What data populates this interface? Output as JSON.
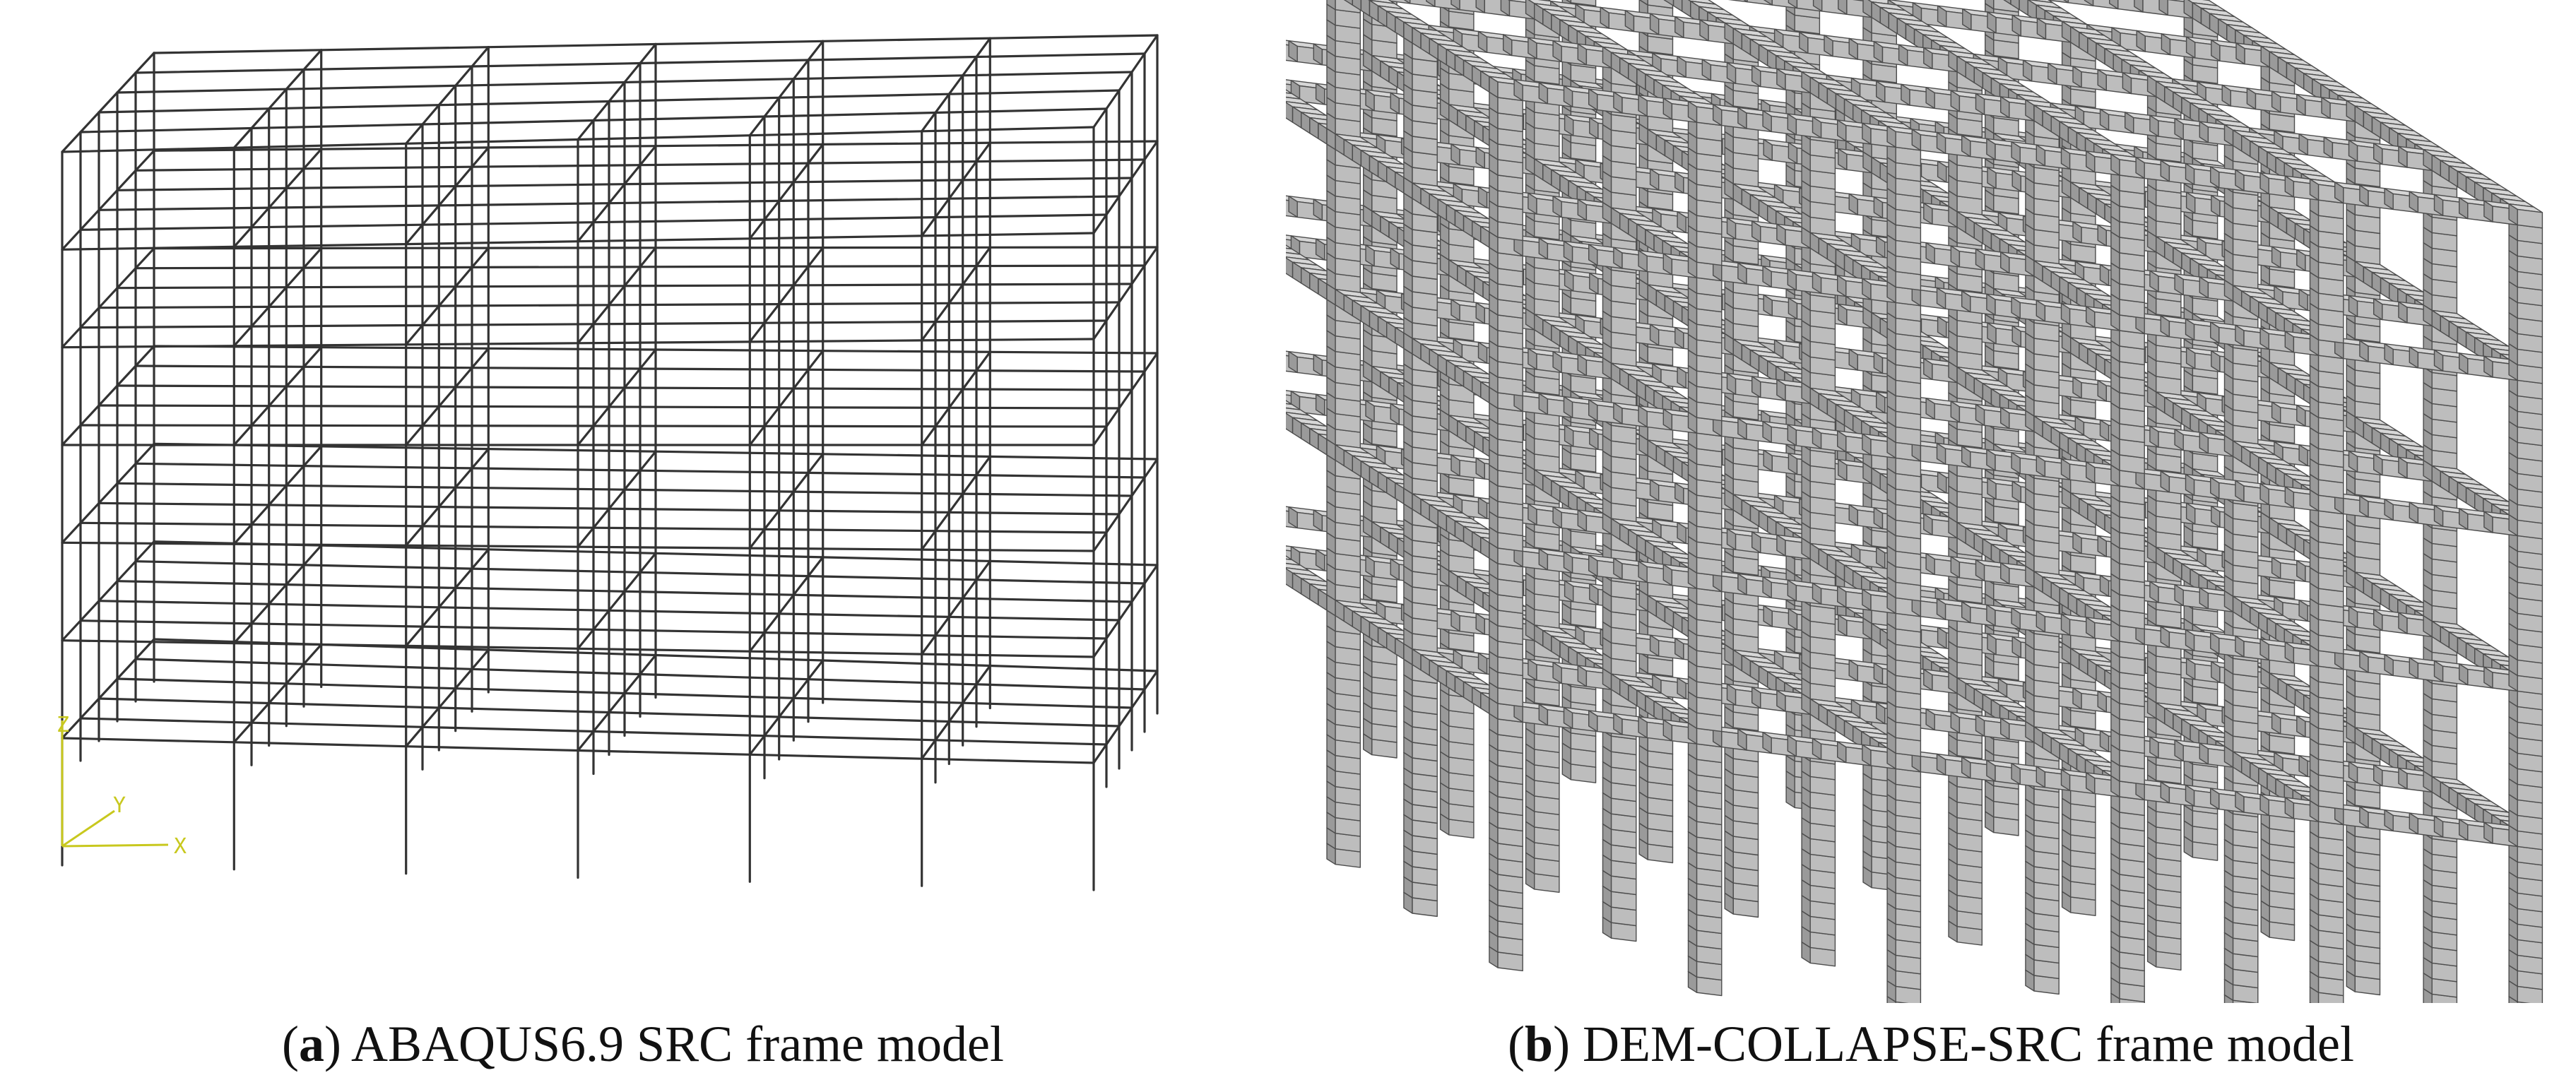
{
  "figure": {
    "panel_a": {
      "caption": {
        "open": "(",
        "letter": "a",
        "close": ")",
        "text": " ABAQUS6.9 SRC frame model"
      },
      "triad": {
        "z": "Z",
        "y": "Y",
        "x": "X",
        "color": "#c8c81e"
      },
      "line_color": "#333333"
    },
    "panel_b": {
      "caption": {
        "open": "(",
        "letter": "b",
        "close": ")",
        "text": " DEM-COLLAPSE-SRC frame model"
      },
      "block_colors": {
        "light": "#d6d6d6",
        "mid": "#bdbdbd",
        "dark": "#9a9a9a",
        "edge": "#4d4d4d"
      }
    }
  }
}
